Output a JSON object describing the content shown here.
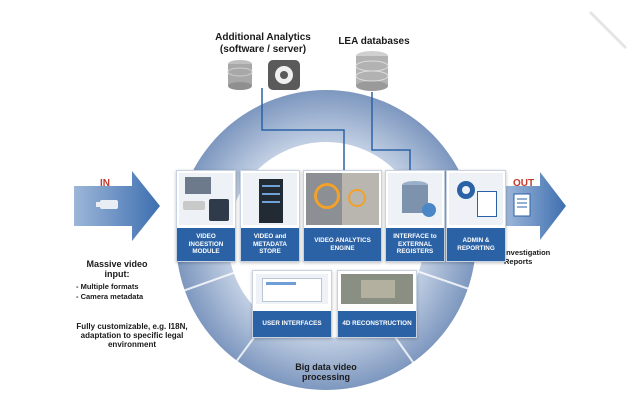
{
  "top_left": {
    "title": "Additional Analytics\n(software / server)"
  },
  "top_right": {
    "title": "LEA databases"
  },
  "input": {
    "in_label": "IN",
    "title": "Massive video input:",
    "bullets": [
      "- Multiple formats",
      "- Camera metadata"
    ]
  },
  "output": {
    "out_label": "OUT",
    "title": "Investigation Reports"
  },
  "modules": [
    {
      "label": "VIDEO INGESTION MODULE"
    },
    {
      "label": "VIDEO and METADATA STORE"
    },
    {
      "label": "VIDEO ANALYTICS ENGINE"
    },
    {
      "label": "INTERFACE to EXTERNAL REGISTERS"
    },
    {
      "label": "ADMIN & REPORTING"
    }
  ],
  "sub_modules": [
    {
      "label": "USER INTERFACES"
    },
    {
      "label": "4D RECONSTRUCTION"
    }
  ],
  "note": "Fully customizable, e.g. I18N, adaptation to specific legal environment",
  "center": {
    "label": "Big data video processing"
  },
  "colors": {
    "accent": "#2b62a6",
    "ring": "#7f9ac0",
    "in_out": "#c0392b"
  }
}
